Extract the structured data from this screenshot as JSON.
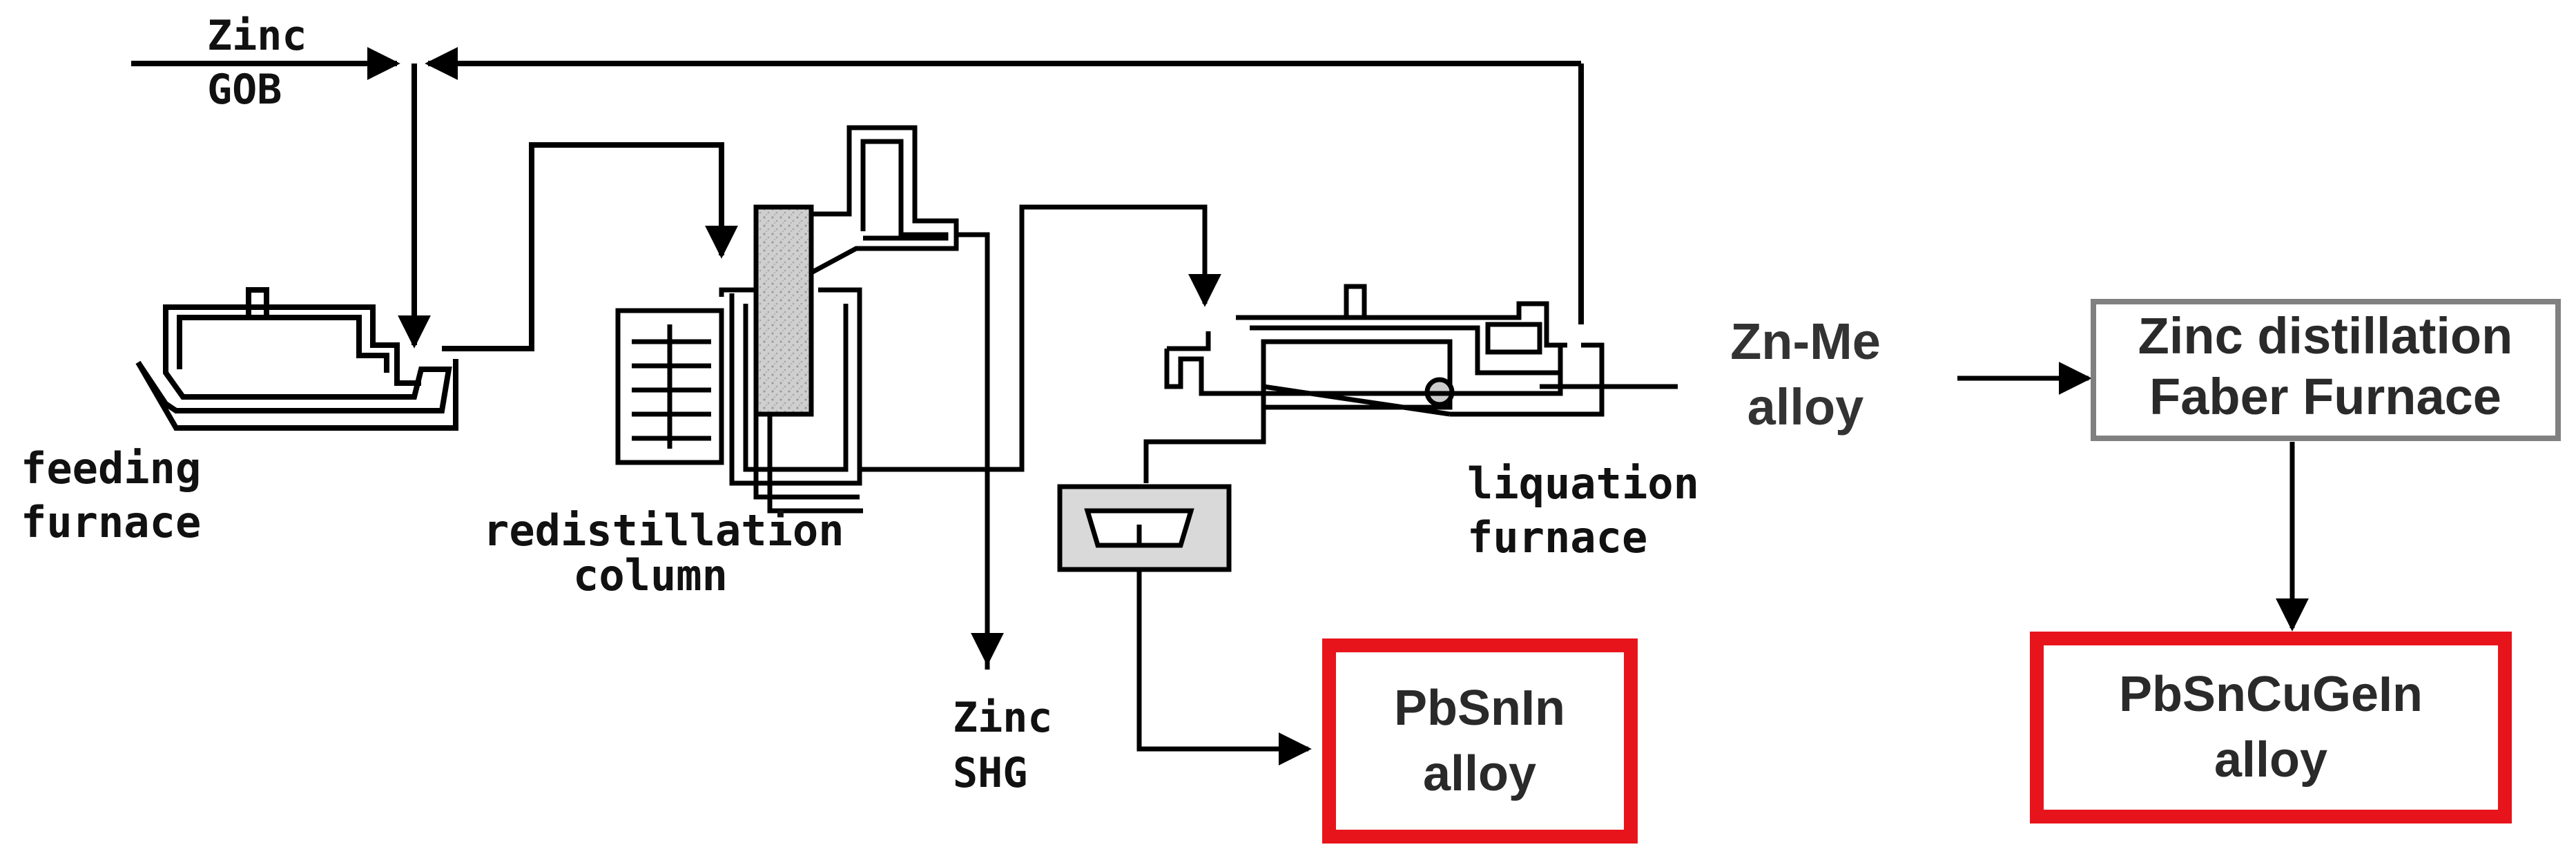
{
  "labels": {
    "zinc_gob_line1": "Zinc",
    "zinc_gob_line2": "GOB",
    "feeding_furnace_line1": "feeding",
    "feeding_furnace_line2": "furnace",
    "redistillation_column_line1": "redistillation",
    "redistillation_column_line2": "column",
    "liquation_furnace_line1": "liquation",
    "liquation_furnace_line2": "furnace",
    "zinc_shg_line1": "Zinc",
    "zinc_shg_line2": "SHG",
    "zn_me_alloy_line1": "Zn-Me",
    "zn_me_alloy_line2": "alloy"
  },
  "boxes": {
    "zinc_distillation_line1": "Zinc distillation",
    "zinc_distillation_line2": "Faber Furnace",
    "pbsnin_line1": "PbSnIn",
    "pbsnin_line2": "alloy",
    "pbsncugein_line1": "PbSnCuGeIn",
    "pbsncugein_line2": "alloy"
  },
  "colors": {
    "line": "#000000",
    "product_border": "#e8141b",
    "distillation_border": "#808080",
    "column_fill": "#c8c8c8"
  }
}
